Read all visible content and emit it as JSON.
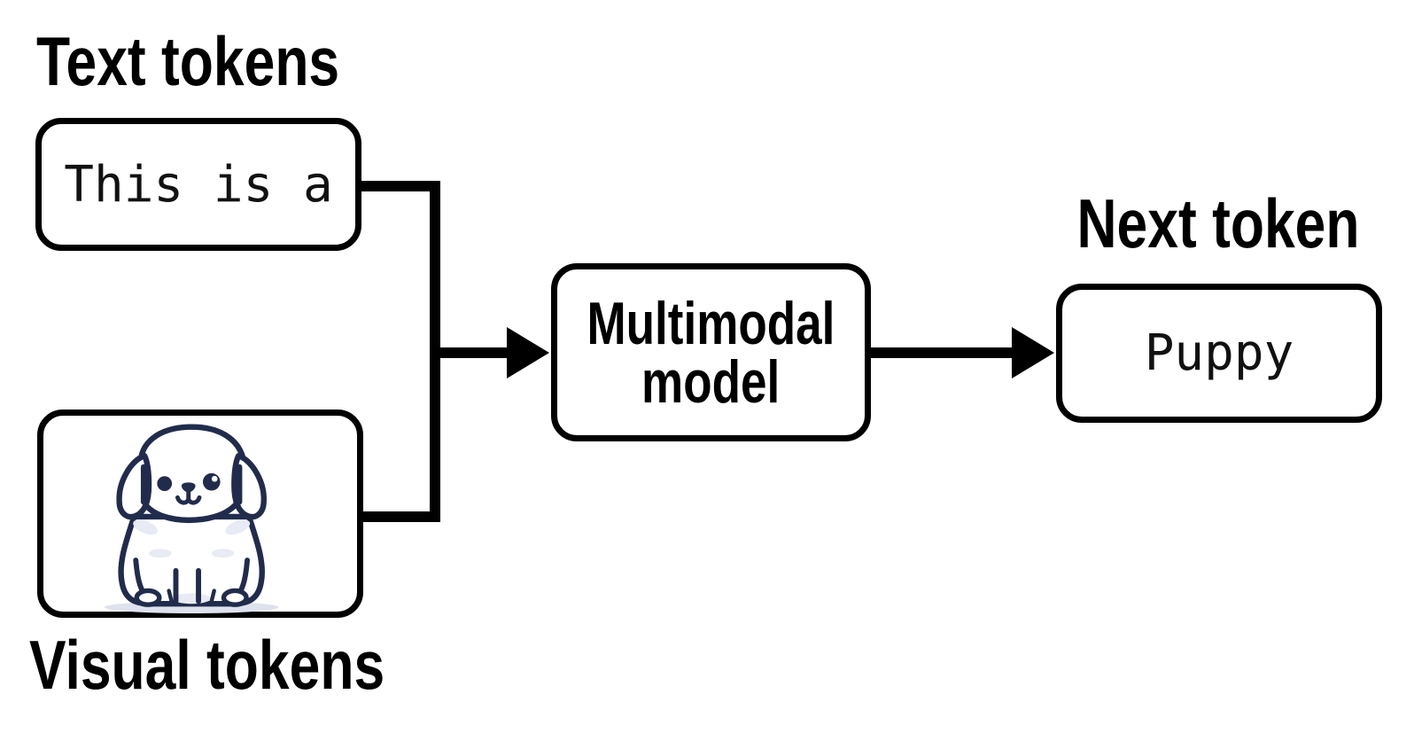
{
  "diagram": {
    "inputs": {
      "text": {
        "label": "Text tokens",
        "value": "This is a"
      },
      "visual": {
        "label": "Visual tokens",
        "icon": "puppy-illustration"
      }
    },
    "model": {
      "label_lines": [
        "Multimodal",
        "model"
      ]
    },
    "output": {
      "label": "Next token",
      "value": "Puppy"
    },
    "colors": {
      "line": "#000000",
      "box_border": "#000000",
      "label_text": "#000000",
      "mono_text": "#111111",
      "illustration_ink": "#212c4d",
      "illustration_shadow": "#dee2ee",
      "illustration_shading": "#e8ebf3",
      "background": "#ffffff"
    }
  }
}
